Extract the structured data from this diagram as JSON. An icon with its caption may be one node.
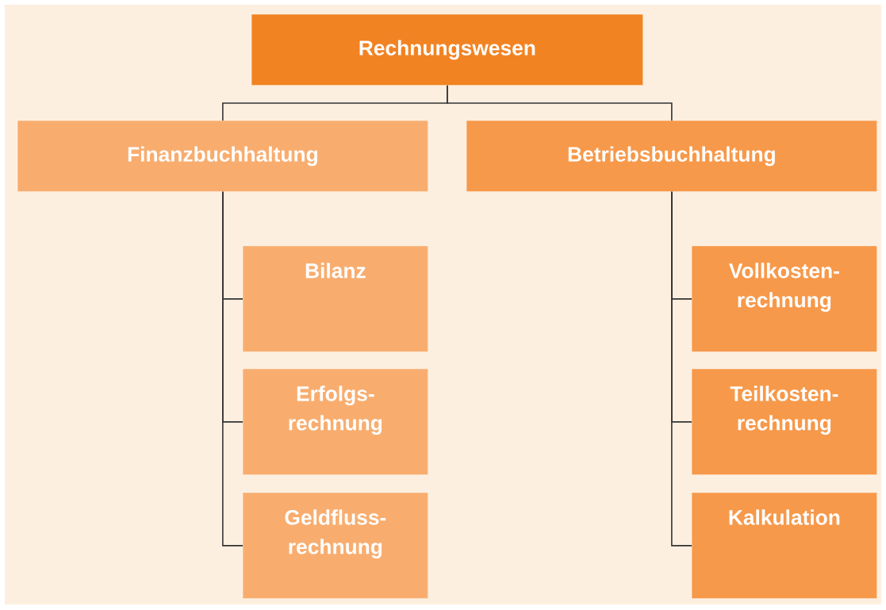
{
  "diagram": {
    "nodes": [
      {
        "text": [
          "Rechnungswesen"
        ]
      },
      {
        "text": [
          "Finanzbuchhaltung"
        ]
      },
      {
        "text": [
          "Betriebsbuchhaltung"
        ]
      },
      {
        "text": [
          "Bilanz"
        ]
      },
      {
        "text": [
          "Erfolgs- rechnung"
        ]
      },
      {
        "text": [
          "Geldfluss- rechnung"
        ]
      },
      {
        "text": [
          "Vollkosten- rechnung"
        ]
      },
      {
        "text": [
          "Teilkosten- rechnung"
        ]
      },
      {
        "text": [
          "Kalkulation"
        ]
      }
    ],
    "edges": [
      {
        "from": 0,
        "to": 1,
        "arrow": "none"
      },
      {
        "from": 0,
        "to": 2,
        "arrow": "none"
      },
      {
        "from": 1,
        "to": 3,
        "arrow": "none"
      },
      {
        "from": 1,
        "to": 4,
        "arrow": "none"
      },
      {
        "from": 1,
        "to": 5,
        "arrow": "none"
      },
      {
        "from": 2,
        "to": 6,
        "arrow": "none"
      },
      {
        "from": 2,
        "to": 7,
        "arrow": "none"
      },
      {
        "from": 2,
        "to": 8,
        "arrow": "none"
      }
    ]
  }
}
